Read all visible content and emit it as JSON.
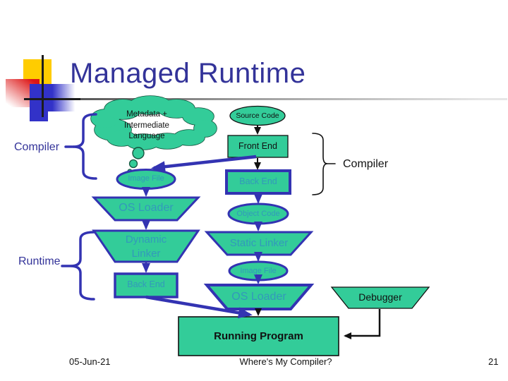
{
  "title": "Managed Runtime",
  "braces": {
    "compiler_left": "Compiler",
    "runtime": "Runtime",
    "compiler_right": "Compiler"
  },
  "nodes": {
    "cloud": "Metadata + Intermediate Language",
    "source_code": "Source Code",
    "front_end": "Front End",
    "back_end_compile": "Back End",
    "object_code": "Object Code",
    "static_linker": "Static Linker",
    "image_file_static": "Image File",
    "os_loader_static": "OS Loader",
    "image_file_managed": "Image File",
    "os_loader_managed": "OS Loader",
    "dynamic_linker": "Dynamic Linker",
    "back_end_runtime": "Back End",
    "running_program": "Running Program",
    "debugger": "Debugger"
  },
  "footer": {
    "date": "05-Jun-21",
    "question": "Where's My Compiler?",
    "page": "21"
  },
  "colors": {
    "shape_fill": "#33cc99",
    "outline_blue": "#3333b2",
    "text_teal": "#3399bb",
    "title_text": "#333399",
    "accent_yellow": "#ffcc00",
    "accent_red": "#dd1515",
    "accent_blue": "#3232c8"
  }
}
